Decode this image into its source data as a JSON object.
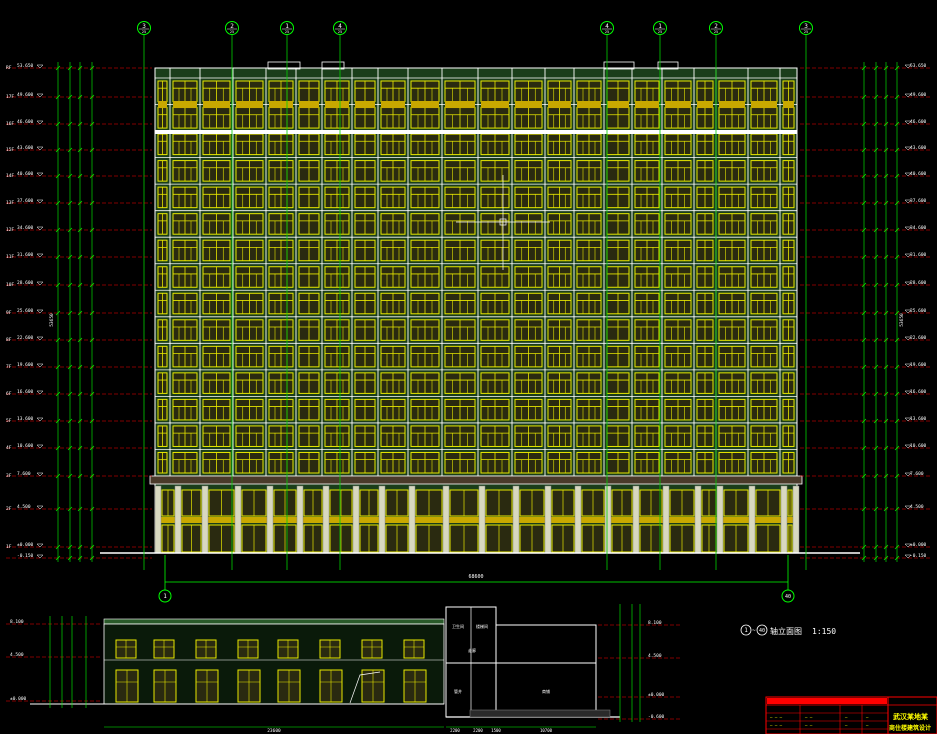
{
  "colors": {
    "background": "#000000",
    "facade": "#1a3d1a",
    "window_frame": "#e8e800",
    "window_fill": "#2a2a10",
    "grid_line": "#00d000",
    "dim_line": "#00ff00",
    "text": "#ffffff",
    "red_line": "#ff0000",
    "title_block": "#ff0000",
    "title_text": "#ffff00",
    "column": "#d8d8c0"
  },
  "axes": {
    "top_labels": [
      "3",
      "2",
      "1",
      "4",
      "4",
      "1",
      "2",
      "3"
    ],
    "top_sublabel": "25",
    "bottom_left": "1",
    "bottom_right": "40"
  },
  "levels_left": [
    "RF",
    "17F",
    "16F",
    "15F",
    "14F",
    "13F",
    "12F",
    "11F",
    "10F",
    "9F",
    "8F",
    "7F",
    "6F",
    "5F",
    "4F",
    "3F",
    "2F",
    "1F",
    ""
  ],
  "elevations": [
    "53.650",
    "49.600",
    "46.600",
    "43.600",
    "40.600",
    "37.600",
    "34.600",
    "31.600",
    "28.600",
    "25.600",
    "22.600",
    "19.600",
    "16.600",
    "13.600",
    "10.600",
    "7.600",
    "4.500",
    "±0.000",
    "-0.150"
  ],
  "total_height_dim": "53650",
  "overall_width_dim": "68600",
  "section_title": {
    "badge_left": "1",
    "badge_right": "40",
    "text": "轴立面图",
    "scale": "1:150"
  },
  "lower_left": {
    "elevations": [
      "8.100",
      "4.500",
      "±0.000"
    ],
    "width_dim": "23600"
  },
  "section_mid": {
    "room_labels": [
      "卫生间",
      "楼梯间",
      "走廊",
      "商铺",
      "管井"
    ],
    "elevations": [
      "8.100",
      "4.500",
      "±0.000",
      "-0.600"
    ],
    "bottom_dims": [
      "2200",
      "2200",
      "1500",
      "10700"
    ]
  },
  "title_block": {
    "line1": "武汉某地某",
    "line2": "商住楼建筑设计"
  }
}
